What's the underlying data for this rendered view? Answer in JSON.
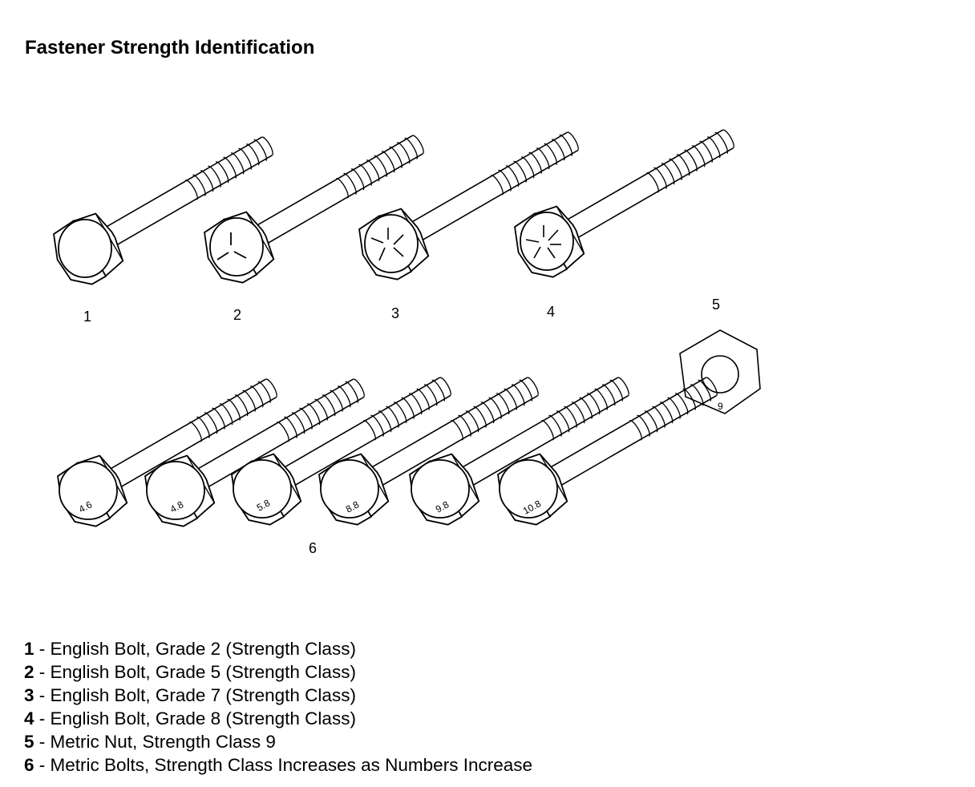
{
  "title": "Fastener Strength Identification",
  "callouts": {
    "c1": "1",
    "c2": "2",
    "c3": "3",
    "c4": "4",
    "c5": "5",
    "c6": "6"
  },
  "nut_marking": "9",
  "metric_bolt_markings": [
    "4.6",
    "4.8",
    "5.8",
    "8.8",
    "9.8",
    "10.8"
  ],
  "legend": [
    {
      "number": "1",
      "text": " - English Bolt, Grade 2 (Strength Class)"
    },
    {
      "number": "2",
      "text": " - English Bolt, Grade 5 (Strength Class)"
    },
    {
      "number": "3",
      "text": " - English Bolt, Grade 7 (Strength Class)"
    },
    {
      "number": "4",
      "text": " - English Bolt, Grade 8 (Strength Class)"
    },
    {
      "number": "5",
      "text": " - Metric Nut, Strength Class 9"
    },
    {
      "number": "6",
      "text": " - Metric Bolts, Strength Class Increases as Numbers Increase"
    }
  ]
}
